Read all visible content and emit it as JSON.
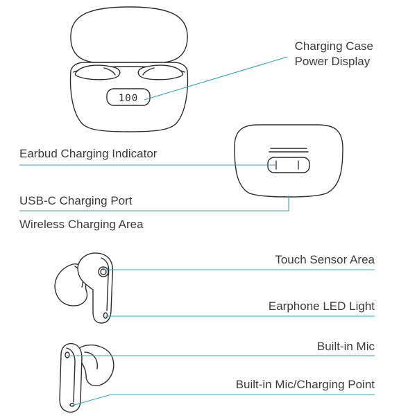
{
  "labels": {
    "charging_case_power_display_line1": "Charging Case",
    "charging_case_power_display_line2": "Power Display",
    "case_display_digits": "100",
    "earbud_charging_indicator": "Earbud Charging Indicator",
    "usb_c_charging_port": "USB-C Charging Port",
    "wireless_charging_area": "Wireless Charging Area",
    "touch_sensor_area": "Touch Sensor Area",
    "earphone_led_light": "Earphone LED Light",
    "built_in_mic": "Built-in Mic",
    "built_in_mic_charging_point": "Built-in Mic/Charging Point"
  },
  "colors": {
    "leader_line": "#2aa7c9",
    "outline": "#2b2b2b",
    "label_text": "#3a3a3a"
  }
}
